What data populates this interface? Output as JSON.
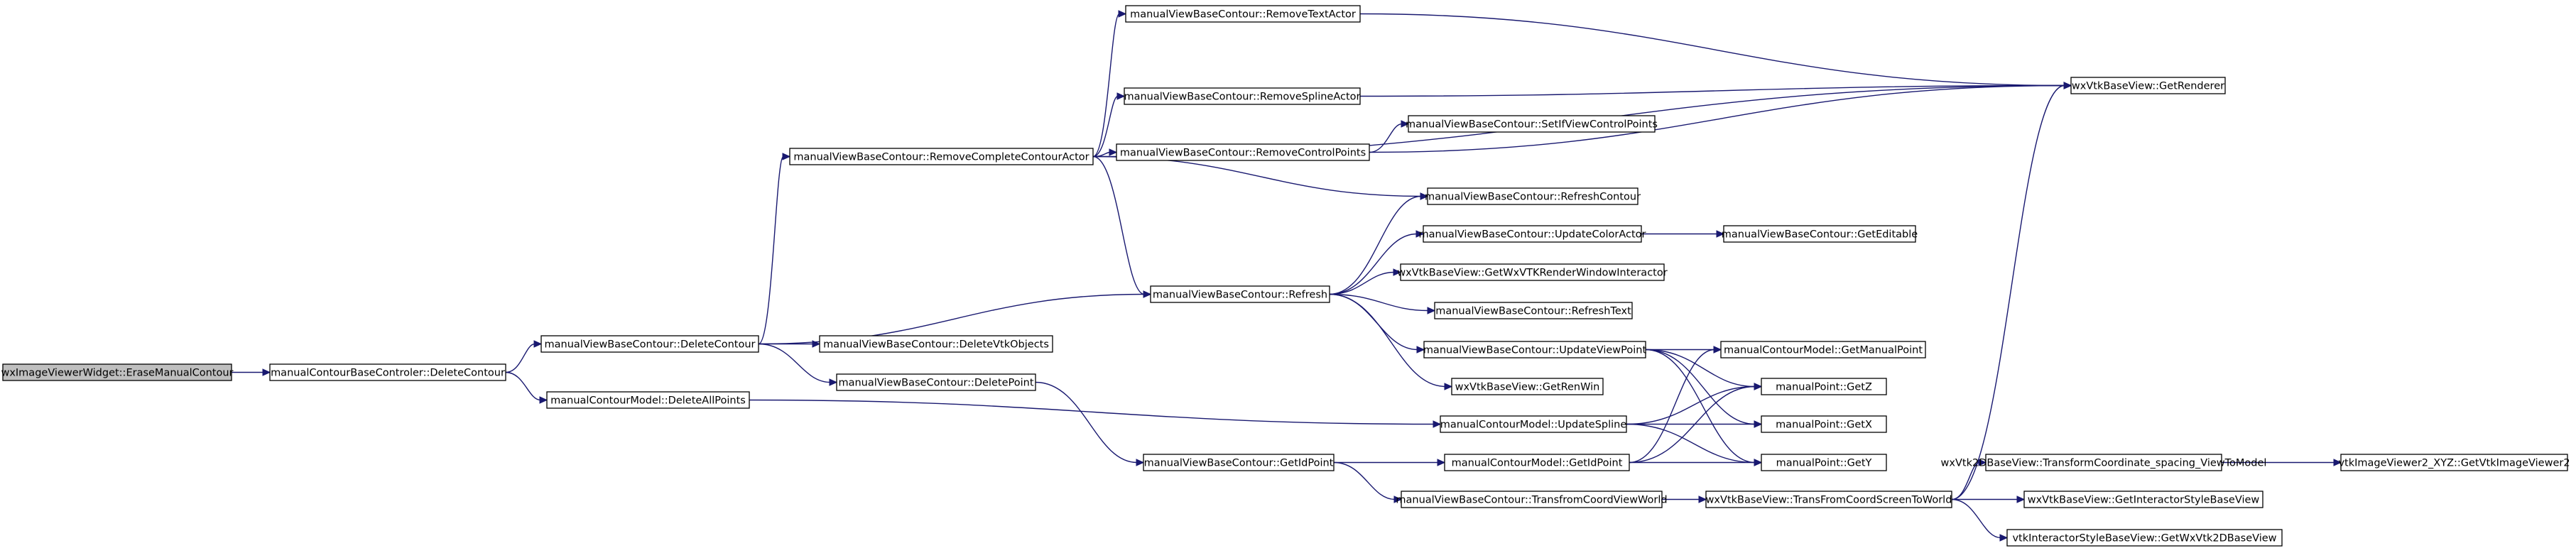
{
  "graph": {
    "nodes": [
      {
        "id": "n0",
        "label": "wxImageViewerWidget::EraseManualContour",
        "root": true
      },
      {
        "id": "n1",
        "label": "manualContourBaseControler::DeleteContour"
      },
      {
        "id": "n2",
        "label": "manualViewBaseContour::DeleteContour"
      },
      {
        "id": "n3",
        "label": "manualContourModel::DeleteAllPoints"
      },
      {
        "id": "n4",
        "label": "manualViewBaseContour::RemoveCompleteContourActor"
      },
      {
        "id": "n5",
        "label": "manualViewBaseContour::Refresh"
      },
      {
        "id": "n6",
        "label": "manualViewBaseContour::DeleteVtkObjects"
      },
      {
        "id": "n7",
        "label": "manualViewBaseContour::DeletePoint"
      },
      {
        "id": "n8",
        "label": "manualViewBaseContour::RemoveTextActor"
      },
      {
        "id": "n9",
        "label": "manualViewBaseContour::RemoveSplineActor"
      },
      {
        "id": "n10",
        "label": "manualViewBaseContour::RemoveControlPoints"
      },
      {
        "id": "n11",
        "label": "manualViewBaseContour::SetIfViewControlPoints"
      },
      {
        "id": "n12",
        "label": "wxVtkBaseView::GetRenderer"
      },
      {
        "id": "n13",
        "label": "manualViewBaseContour::RefreshContour"
      },
      {
        "id": "n14",
        "label": "manualViewBaseContour::UpdateColorActor"
      },
      {
        "id": "n15",
        "label": "manualViewBaseContour::GetEditable"
      },
      {
        "id": "n16",
        "label": "wxVtkBaseView::GetWxVTKRenderWindowInteractor"
      },
      {
        "id": "n17",
        "label": "manualViewBaseContour::RefreshText"
      },
      {
        "id": "n18",
        "label": "manualViewBaseContour::UpdateViewPoint"
      },
      {
        "id": "n19",
        "label": "wxVtkBaseView::GetRenWin"
      },
      {
        "id": "n20",
        "label": "manualContourModel::GetManualPoint"
      },
      {
        "id": "n21",
        "label": "manualPoint::GetZ"
      },
      {
        "id": "n22",
        "label": "manualContourModel::UpdateSpline"
      },
      {
        "id": "n23",
        "label": "manualPoint::GetX"
      },
      {
        "id": "n24",
        "label": "manualPoint::GetY"
      },
      {
        "id": "n25",
        "label": "manualViewBaseContour::GetIdPoint"
      },
      {
        "id": "n26",
        "label": "manualContourModel::GetIdPoint"
      },
      {
        "id": "n27",
        "label": "manualViewBaseContour::TransfromCoordViewWorld"
      },
      {
        "id": "n28",
        "label": "wxVtkBaseView::TransFromCoordScreenToWorld"
      },
      {
        "id": "n29",
        "label": "wxVtk2DBaseView::TransformCoordinate_spacing_ViewToModel"
      },
      {
        "id": "n30",
        "label": "vtkImageViewer2_XYZ::GetVtkImageViewer2"
      },
      {
        "id": "n31",
        "label": "wxVtkBaseView::GetInteractorStyleBaseView"
      },
      {
        "id": "n32",
        "label": "vtkInteractorStyleBaseView::GetWxVtk2DBaseView"
      }
    ],
    "edges": [
      [
        "n0",
        "n1"
      ],
      [
        "n1",
        "n2"
      ],
      [
        "n1",
        "n3"
      ],
      [
        "n2",
        "n4"
      ],
      [
        "n2",
        "n5"
      ],
      [
        "n2",
        "n6"
      ],
      [
        "n2",
        "n7"
      ],
      [
        "n3",
        "n22"
      ],
      [
        "n4",
        "n8"
      ],
      [
        "n4",
        "n12"
      ],
      [
        "n4",
        "n9"
      ],
      [
        "n4",
        "n10"
      ],
      [
        "n4",
        "n13"
      ],
      [
        "n4",
        "n5"
      ],
      [
        "n8",
        "n12"
      ],
      [
        "n9",
        "n12"
      ],
      [
        "n10",
        "n11"
      ],
      [
        "n10",
        "n12"
      ],
      [
        "n5",
        "n13"
      ],
      [
        "n5",
        "n14"
      ],
      [
        "n5",
        "n16"
      ],
      [
        "n5",
        "n17"
      ],
      [
        "n5",
        "n18"
      ],
      [
        "n5",
        "n19"
      ],
      [
        "n14",
        "n15"
      ],
      [
        "n18",
        "n20"
      ],
      [
        "n18",
        "n21"
      ],
      [
        "n18",
        "n23"
      ],
      [
        "n18",
        "n24"
      ],
      [
        "n22",
        "n21"
      ],
      [
        "n22",
        "n23"
      ],
      [
        "n22",
        "n24"
      ],
      [
        "n7",
        "n25"
      ],
      [
        "n25",
        "n26"
      ],
      [
        "n25",
        "n27"
      ],
      [
        "n26",
        "n20"
      ],
      [
        "n26",
        "n21"
      ],
      [
        "n26",
        "n24"
      ],
      [
        "n27",
        "n28"
      ],
      [
        "n28",
        "n12"
      ],
      [
        "n28",
        "n29"
      ],
      [
        "n28",
        "n31"
      ],
      [
        "n28",
        "n32"
      ],
      [
        "n29",
        "n30"
      ]
    ]
  }
}
